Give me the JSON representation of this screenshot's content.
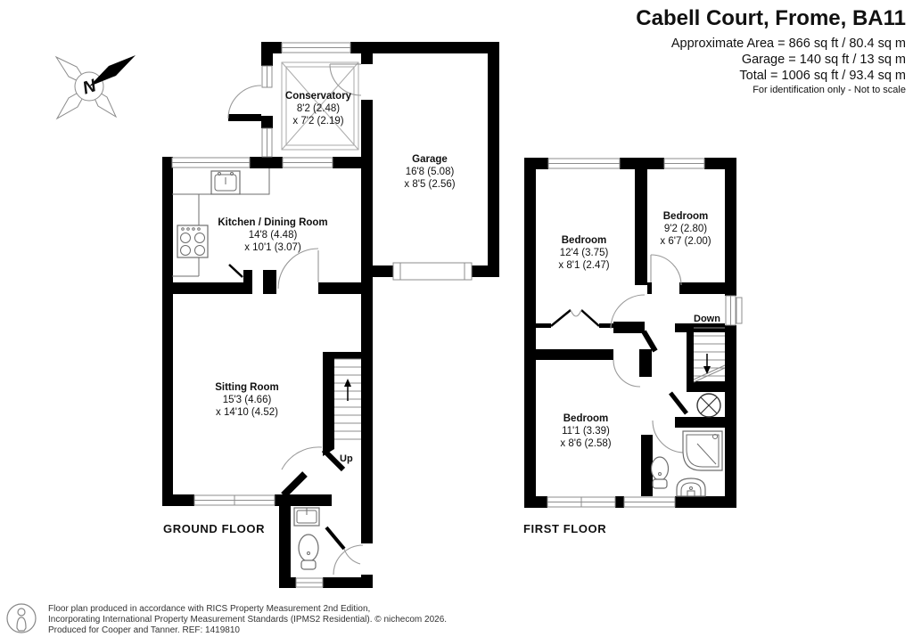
{
  "header": {
    "title": "Cabell Court, Frome, BA11",
    "area_line1": "Approximate Area = 866 sq ft / 80.4 sq m",
    "area_line2": "Garage = 140 sq ft / 13 sq m",
    "area_line3": "Total = 1006 sq ft / 93.4 sq m",
    "note": "For identification only - Not to scale"
  },
  "compass": {
    "north_label": "N"
  },
  "ground_floor": {
    "label": "GROUND FLOOR",
    "stair_label": "Up",
    "rooms": {
      "conservatory": {
        "name": "Conservatory",
        "dim1": "8'2 (2.48)",
        "dim2": "x 7'2 (2.19)"
      },
      "garage": {
        "name": "Garage",
        "dim1": "16'8 (5.08)",
        "dim2": "x 8'5 (2.56)"
      },
      "kitchen": {
        "name": "Kitchen / Dining Room",
        "dim1": "14'8 (4.48)",
        "dim2": "x 10'1 (3.07)"
      },
      "sitting": {
        "name": "Sitting Room",
        "dim1": "15'3 (4.66)",
        "dim2": "x 14'10 (4.52)"
      }
    }
  },
  "first_floor": {
    "label": "FIRST FLOOR",
    "stair_label": "Down",
    "rooms": {
      "bedroom_left": {
        "name": "Bedroom",
        "dim1": "12'4 (3.75)",
        "dim2": "x 8'1 (2.47)"
      },
      "bedroom_right": {
        "name": "Bedroom",
        "dim1": "9'2 (2.80)",
        "dim2": "x 6'7 (2.00)"
      },
      "bedroom_bottom": {
        "name": "Bedroom",
        "dim1": "11'1 (3.39)",
        "dim2": "x 8'6 (2.58)"
      }
    }
  },
  "footer": {
    "line1": "Floor plan produced in accordance with RICS Property Measurement 2nd Edition,",
    "line2": "Incorporating International Property Measurement Standards (IPMS2 Residential).    © nichecom 2026.",
    "line3": "Produced for Cooper and Tanner.   REF:  1419810"
  },
  "colors": {
    "wall": "#000000",
    "line": "#8c8c8c",
    "text": "#111111"
  }
}
